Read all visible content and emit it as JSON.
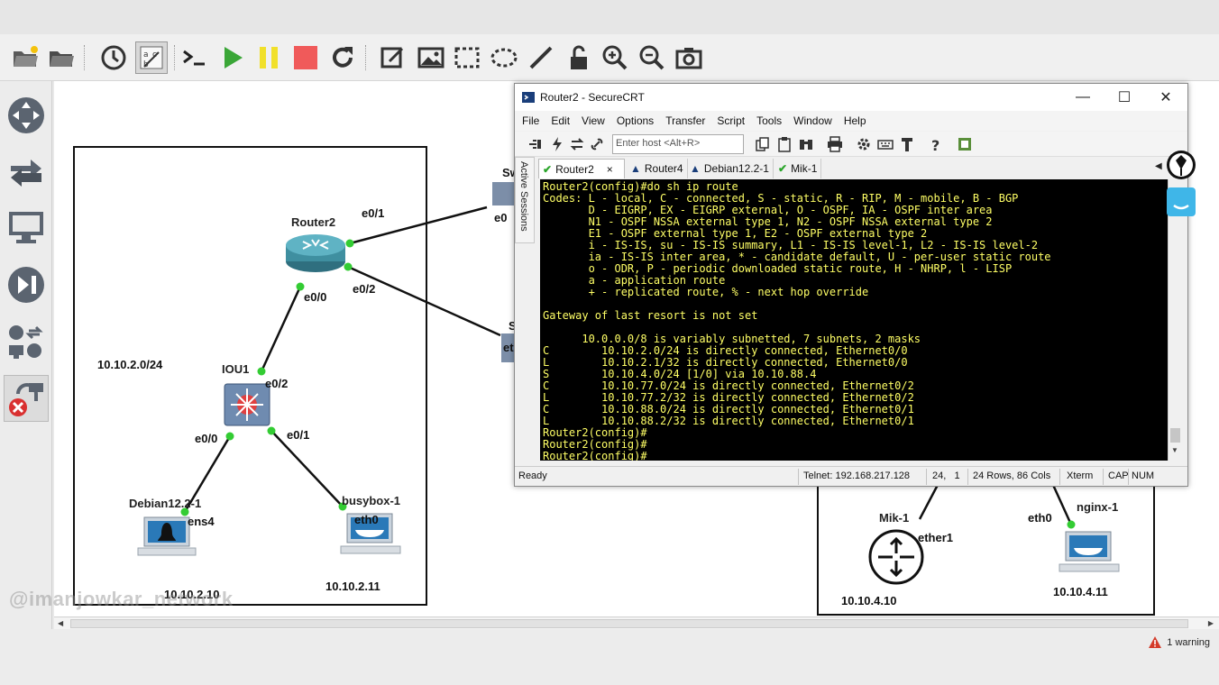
{
  "toolbar": {
    "icons": [
      "open-file-icon",
      "open-folder-icon",
      "clock-icon",
      "annotate-icon",
      "console-icon",
      "play-icon",
      "pause-icon",
      "stop-icon",
      "reload-icon",
      "edit-icon",
      "image-icon",
      "rectangle-icon",
      "ellipse-icon",
      "line-icon",
      "lock-icon",
      "zoom-in-icon",
      "zoom-out-icon",
      "screenshot-icon"
    ]
  },
  "topology": {
    "nodes": {
      "router2": "Router2",
      "iou1": "IOU1",
      "debian": "Debian12.2-1",
      "busybox": "busybox-1",
      "mik": "Mik-1",
      "nginx": "nginx-1"
    },
    "ports": {
      "r2_e01": "e0/1",
      "r2_e00": "e0/0",
      "r2_e02": "e0/2",
      "iou_e02": "e0/2",
      "iou_e00": "e0/0",
      "iou_e01": "e0/1",
      "deb_ens4": "ens4",
      "bb_eth0": "eth0",
      "sw_e0": "e0",
      "sw_partial": "Sw",
      "s_partial": "S",
      "et_partial": "et",
      "mik_ether1": "ether1",
      "nginx_eth0": "eth0"
    },
    "networks": {
      "lan": "10.10.2.0/24",
      "debian_ip": "10.10.2.10",
      "busybox_ip": "10.10.2.11",
      "mik_ip": "10.10.4.10",
      "nginx_ip": "10.10.4.11"
    }
  },
  "watermark": "@imanjowkar_network",
  "status": {
    "warning": "1 warning"
  },
  "crt": {
    "title": "Router2 - SecureCRT",
    "menu": [
      "File",
      "Edit",
      "View",
      "Options",
      "Transfer",
      "Script",
      "Tools",
      "Window",
      "Help"
    ],
    "host_placeholder": "Enter host <Alt+R>",
    "side_label": "Active Sessions",
    "tabs": [
      {
        "label": "Router2",
        "state": "connected"
      },
      {
        "label": "Router4",
        "state": "warning"
      },
      {
        "label": "Debian12.2-1",
        "state": "warning"
      },
      {
        "label": "Mik-1",
        "state": "connected"
      }
    ],
    "close_tab": "×",
    "terminal": "Router2(config)#do sh ip route\nCodes: L - local, C - connected, S - static, R - RIP, M - mobile, B - BGP\n       D - EIGRP, EX - EIGRP external, O - OSPF, IA - OSPF inter area\n       N1 - OSPF NSSA external type 1, N2 - OSPF NSSA external type 2\n       E1 - OSPF external type 1, E2 - OSPF external type 2\n       i - IS-IS, su - IS-IS summary, L1 - IS-IS level-1, L2 - IS-IS level-2\n       ia - IS-IS inter area, * - candidate default, U - per-user static route\n       o - ODR, P - periodic downloaded static route, H - NHRP, l - LISP\n       a - application route\n       + - replicated route, % - next hop override\n\nGateway of last resort is not set\n\n      10.0.0.0/8 is variably subnetted, 7 subnets, 2 masks\nC        10.10.2.0/24 is directly connected, Ethernet0/0\nL        10.10.2.1/32 is directly connected, Ethernet0/0\nS        10.10.4.0/24 [1/0] via 10.10.88.4\nC        10.10.77.0/24 is directly connected, Ethernet0/2\nL        10.10.77.2/32 is directly connected, Ethernet0/2\nC        10.10.88.0/24 is directly connected, Ethernet0/1\nL        10.10.88.2/32 is directly connected, Ethernet0/1\nRouter2(config)#\nRouter2(config)#\nRouter2(config)#",
    "status": {
      "ready": "Ready",
      "telnet": "Telnet: 192.168.217.128",
      "pos": "24,   1",
      "size": "24 Rows, 86 Cols",
      "term": "Xterm",
      "cap": "CAP",
      "num": "NUM"
    }
  }
}
